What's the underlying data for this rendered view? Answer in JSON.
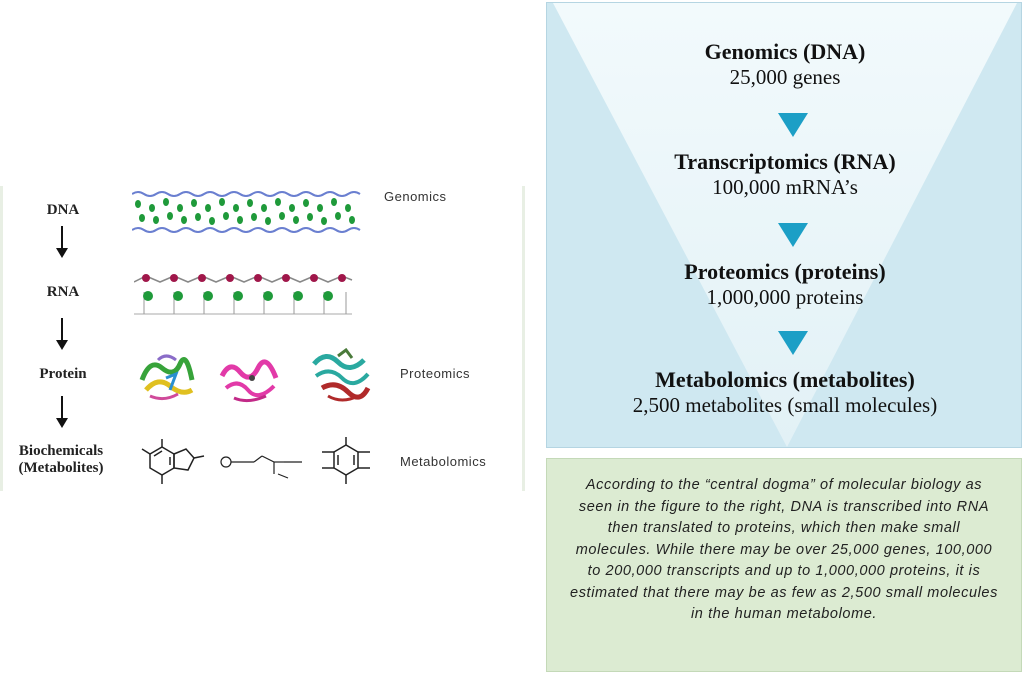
{
  "left_figure": {
    "stages": [
      {
        "label": "DNA"
      },
      {
        "label": "RNA"
      },
      {
        "label": "Protein"
      },
      {
        "label": "Biochemicals (Metabolites)"
      }
    ],
    "side_labels": {
      "genomics": "Genomics",
      "proteomics": "Proteomics",
      "metabolomics": "Metabolomics"
    }
  },
  "funnel": {
    "levels": [
      {
        "title": "Genomics (DNA)",
        "count": "25,000 genes"
      },
      {
        "title": "Transcriptomics (RNA)",
        "count": "100,000 mRNA’s"
      },
      {
        "title": "Proteomics (proteins)",
        "count": "1,000,000 proteins"
      },
      {
        "title": "Metabolomics (metabolites)",
        "count": "2,500 metabolites (small molecules)"
      }
    ],
    "colors": {
      "background": "#cfe8f1",
      "arrow": "#1c9fc6"
    }
  },
  "caption": {
    "text": "According to the “central dogma” of molecular biology as seen in the figure to the right, DNA is transcribed into RNA then translated to proteins, which then make small molecules. While there may be over 25,000 genes, 100,000 to 200,000 transcripts and up to 1,000,000 proteins, it is estimated that there may be as few as 2,500 small molecules in the human metabolome."
  }
}
